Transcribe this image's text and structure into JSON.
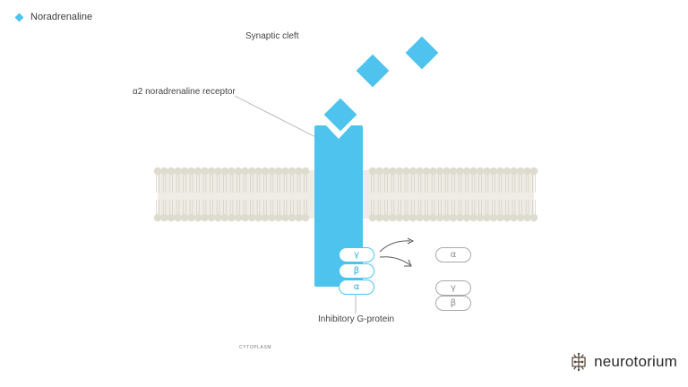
{
  "legend": {
    "label": "Noradrenaline",
    "color": "#4ec3ee"
  },
  "labels": {
    "synaptic_cleft": "Synaptic cleft",
    "receptor": "α2 noradrenaline receptor",
    "g_protein": "Inhibitory G-protein",
    "cytoplasm": "CYTOPLASM"
  },
  "g_protein_bound": {
    "gamma": "γ",
    "beta": "β",
    "alpha": "α"
  },
  "g_protein_released": {
    "alpha": "α",
    "gamma": "γ",
    "beta": "β"
  },
  "brand": {
    "name": "neurotorium",
    "icon": "brain-circuit-icon"
  },
  "colors": {
    "receptor": "#4ec3ee",
    "membrane": "#e9e7de",
    "lipid_head": "#dedbcf"
  }
}
